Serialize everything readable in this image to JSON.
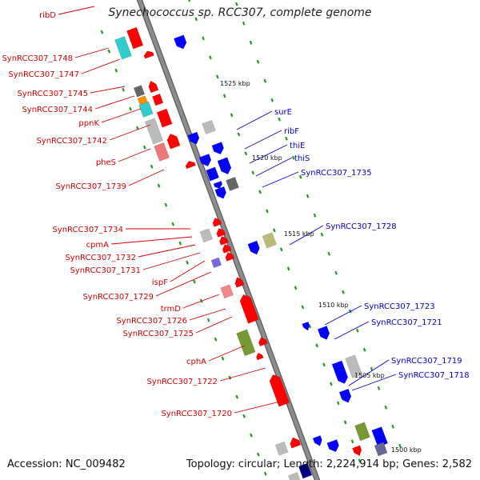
{
  "title": "Synechococcus sp. RCC307, complete genome",
  "footer": {
    "accession": "Accession: NC_009482",
    "summary": "Topology: circular; Length: 2,224,914 bp; Genes: 2,582"
  },
  "colors": {
    "minus_strand_label": "#d40000",
    "plus_strand_label": "#0000cc",
    "backbone": "#8c8c8c"
  },
  "ruler_labels": [
    "1525 kbp",
    "1520 kbp",
    "1515 kbp",
    "1510 kbp",
    "1505 kbp",
    "1500 kbp"
  ],
  "left_gene_labels": [
    "ribD",
    "SynRCC307_1748",
    "SynRCC307_1747",
    "SynRCC307_1745",
    "SynRCC307_1744",
    "ppnK",
    "SynRCC307_1742",
    "pheS",
    "SynRCC307_1739",
    "SynRCC307_1734",
    "cpmA",
    "SynRCC307_1732",
    "SynRCC307_1731",
    "ispF",
    "SynRCC307_1729",
    "trmD",
    "SynRCC307_1726",
    "SynRCC307_1725",
    "cphA",
    "SynRCC307_1722",
    "SynRCC307_1720"
  ],
  "right_gene_labels": [
    "surE",
    "ribF",
    "thiE",
    "thiS",
    "SynRCC307_1735",
    "SynRCC307_1728",
    "SynRCC307_1723",
    "SynRCC307_1721",
    "SynRCC307_1719",
    "SynRCC307_1718"
  ]
}
